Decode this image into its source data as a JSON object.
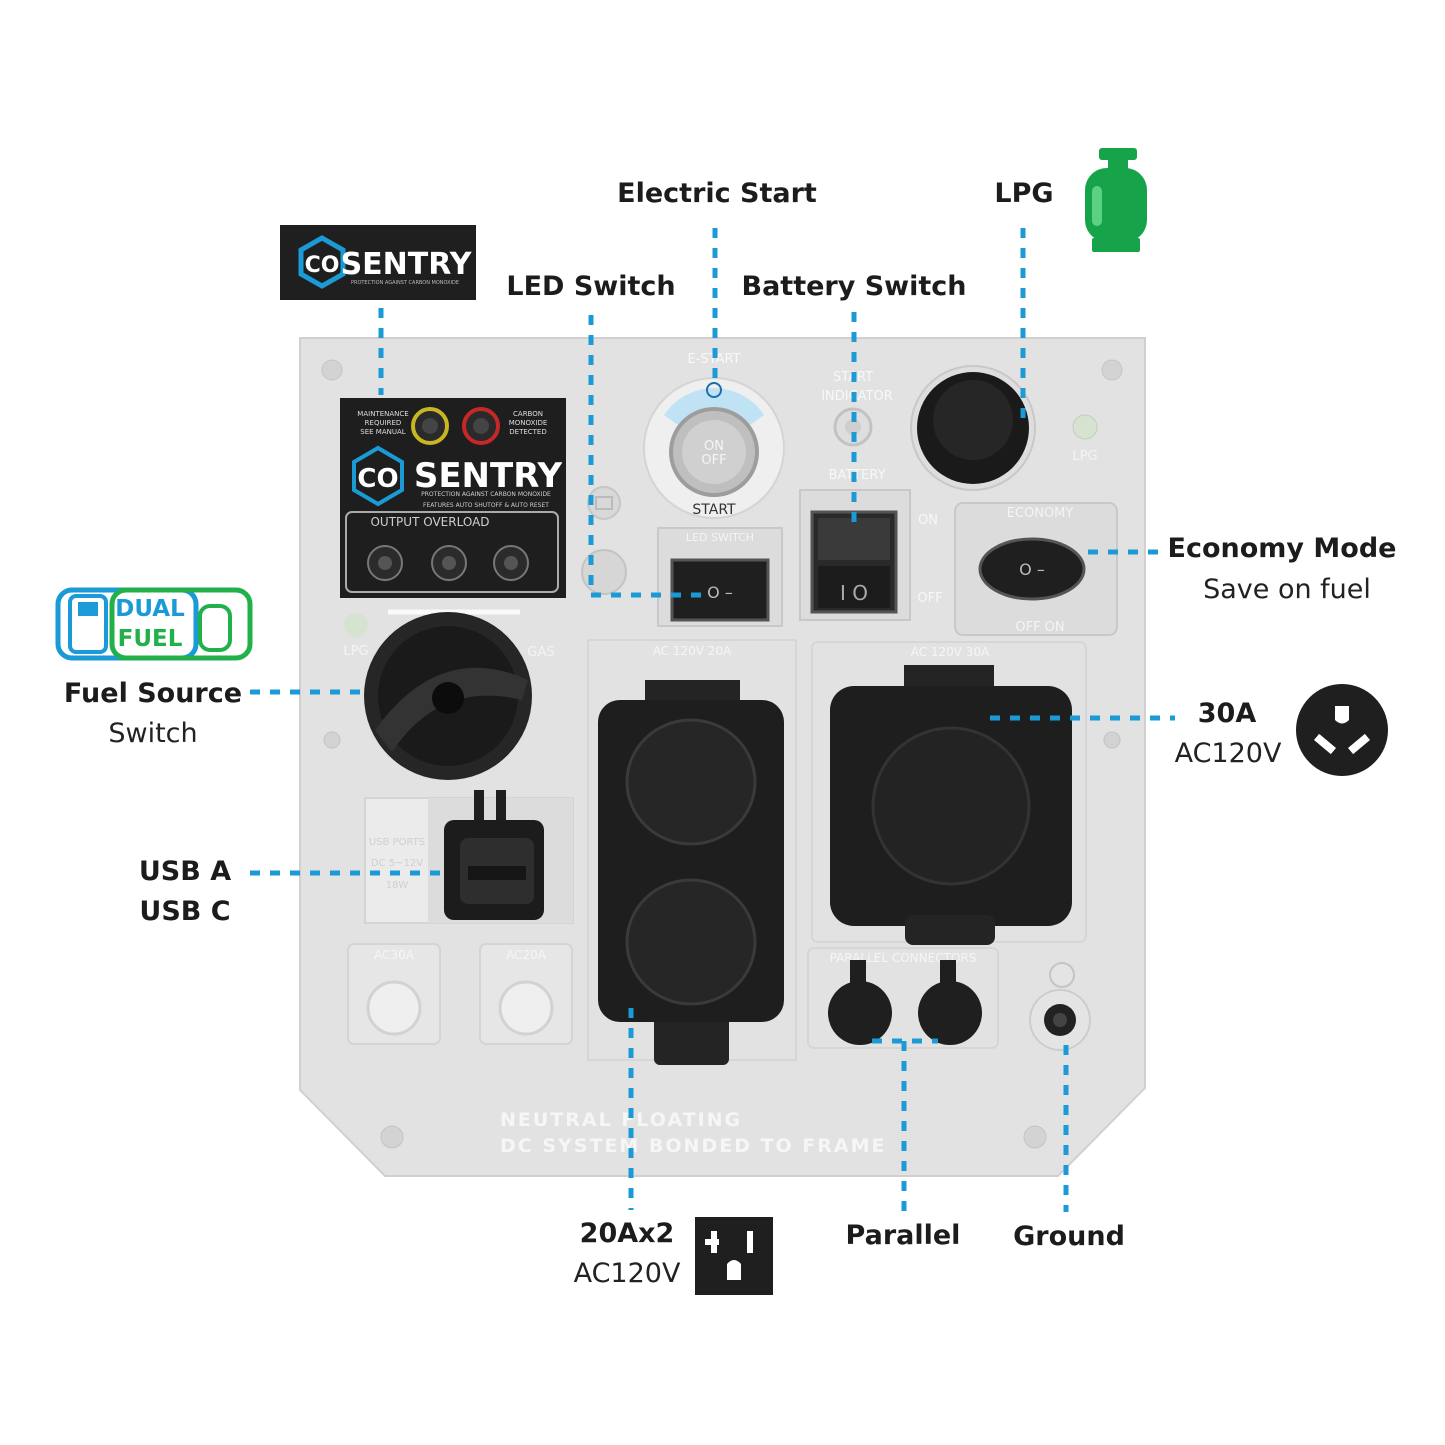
{
  "callouts": {
    "electric_start": "Electric Start",
    "lpg": "LPG",
    "led_switch": "LED Switch",
    "battery_switch": "Battery Switch",
    "economy_mode": "Economy Mode",
    "economy_mode_sub": "Save on fuel",
    "fuel_source": "Fuel Source",
    "fuel_source_sub": "Switch",
    "usb_a": "USB A",
    "usb_c": "USB C",
    "outlet_30a": "30A",
    "outlet_30a_sub": "AC120V",
    "outlet_20a": "20Ax2",
    "outlet_20a_sub": "AC120V",
    "parallel": "Parallel",
    "ground": "Ground"
  },
  "logos": {
    "co_sentry_co": "CO",
    "co_sentry_word": "SENTRY",
    "co_sentry_tagline": "PROTECTION AGAINST CARBON MONOXIDE",
    "dual_fuel_1": "DUAL",
    "dual_fuel_2": "FUEL"
  },
  "panel": {
    "co_maintenance": [
      "MAINTENANCE",
      "REQUIRED",
      "SEE MANUAL"
    ],
    "co_detected": [
      "CARBON",
      "MONOXIDE",
      "DETECTED"
    ],
    "co_features": "FEATURES AUTO SHUTOFF & AUTO RESET",
    "output_overload": "OUTPUT  OVERLOAD",
    "estart": "E-START",
    "on": "ON",
    "off": "OFF",
    "start": "START",
    "start_indicator_1": "START",
    "start_indicator_2": "INDICATOR",
    "battery": "BATTERY",
    "led_switch": "LED SWITCH",
    "lpg": "LPG",
    "gas": "GAS",
    "economy": "ECONOMY",
    "economy_range": "OFF   ON",
    "ac_20a_header": "AC 120V 20A",
    "ac_30a_header": "AC 120V 30A",
    "usb_ports": "USB PORTS",
    "usb_dc": "DC 5~12V",
    "usb_watts": "18W",
    "breaker_30": "AC30A",
    "breaker_20": "AC20A",
    "parallel_connectors": "PARALLEL CONNECTORS",
    "neutral_1": "NEUTRAL FLOATING",
    "neutral_2": "DC SYSTEM BONDED TO FRAME"
  },
  "colors": {
    "leader": "#1b9ad6",
    "lpg_tank": "#16a34a",
    "panel": "#e2e2e2",
    "panel_edge": "#d2d2d2",
    "dark": "#1f1f1f",
    "dual_fuel_blue": "#1a9ad6",
    "dual_fuel_green": "#22b04b"
  },
  "icons": [
    "lpg-tank-icon",
    "outlet-30a-icon",
    "outlet-20a-icon",
    "co-sentry-logo",
    "dual-fuel-logo"
  ]
}
